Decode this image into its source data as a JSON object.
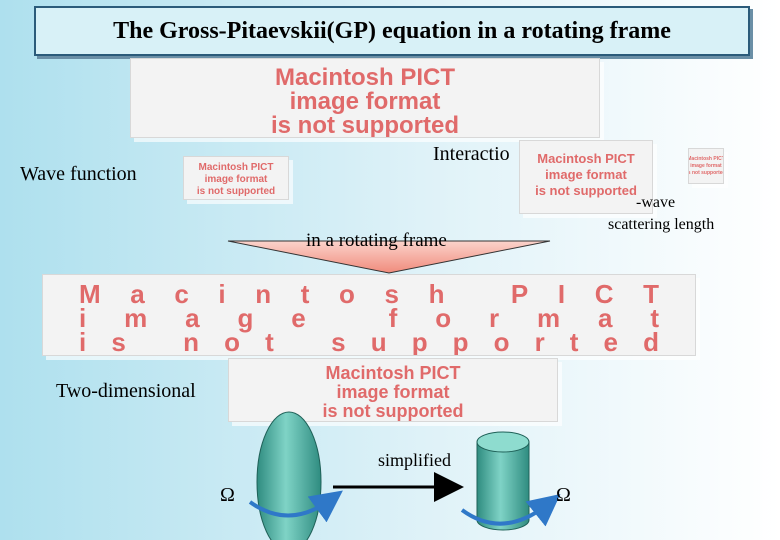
{
  "title": "The Gross-Pitaevskii(GP) equation in a rotating frame",
  "placeholder_text": [
    "Macintosh PICT",
    "image format",
    "is not supported"
  ],
  "labels": {
    "wave_function": "Wave function",
    "interaction": "Interactio",
    "s_wave_line1": "-wave",
    "s_wave_line2": "scattering length",
    "rotating_frame": "in a rotating frame",
    "two_dimensional": "Two-dimensional",
    "simplified": "simplified",
    "omega_left": "Ω",
    "omega_right": "Ω"
  },
  "colors": {
    "pict_text": "#e06a6a",
    "arrow_fill": "#f4a79a",
    "shape_fill": "#4fb4a6",
    "rotation_arrow": "#2f78c8"
  }
}
